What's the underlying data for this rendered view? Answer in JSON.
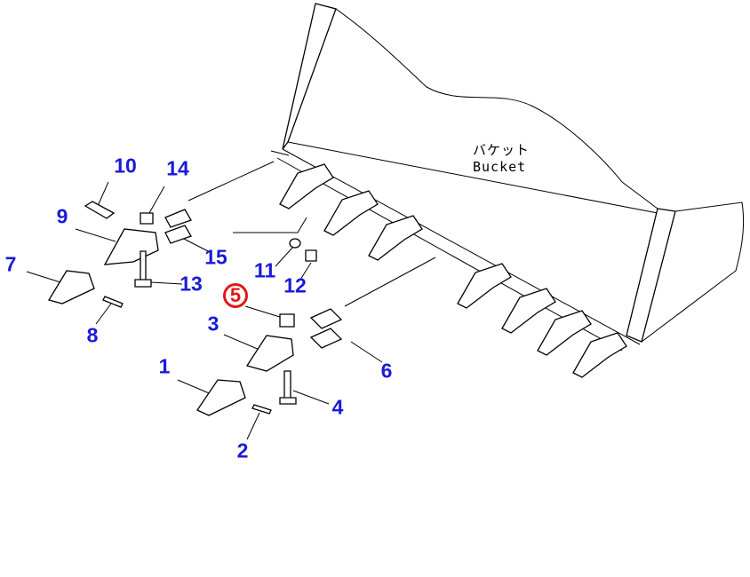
{
  "bucket_label": {
    "jp": "バケット",
    "en": "Bucket"
  },
  "callouts": [
    {
      "num": "1",
      "part": "tooth"
    },
    {
      "num": "2",
      "part": "pin"
    },
    {
      "num": "3",
      "part": "adapter"
    },
    {
      "num": "4",
      "part": "bolt"
    },
    {
      "num": "5",
      "part": "nut",
      "highlighted": true
    },
    {
      "num": "6",
      "part": "plate"
    },
    {
      "num": "7",
      "part": "tooth"
    },
    {
      "num": "8",
      "part": "pin"
    },
    {
      "num": "9",
      "part": "adapter"
    },
    {
      "num": "10",
      "part": "bolt"
    },
    {
      "num": "11",
      "part": "washer"
    },
    {
      "num": "12",
      "part": "nut"
    },
    {
      "num": "13",
      "part": "bolt"
    },
    {
      "num": "14",
      "part": "nut"
    },
    {
      "num": "15",
      "part": "plate"
    }
  ],
  "colors": {
    "callout": "#1a1ad8",
    "highlight": "#e01818",
    "line": "#000000"
  }
}
